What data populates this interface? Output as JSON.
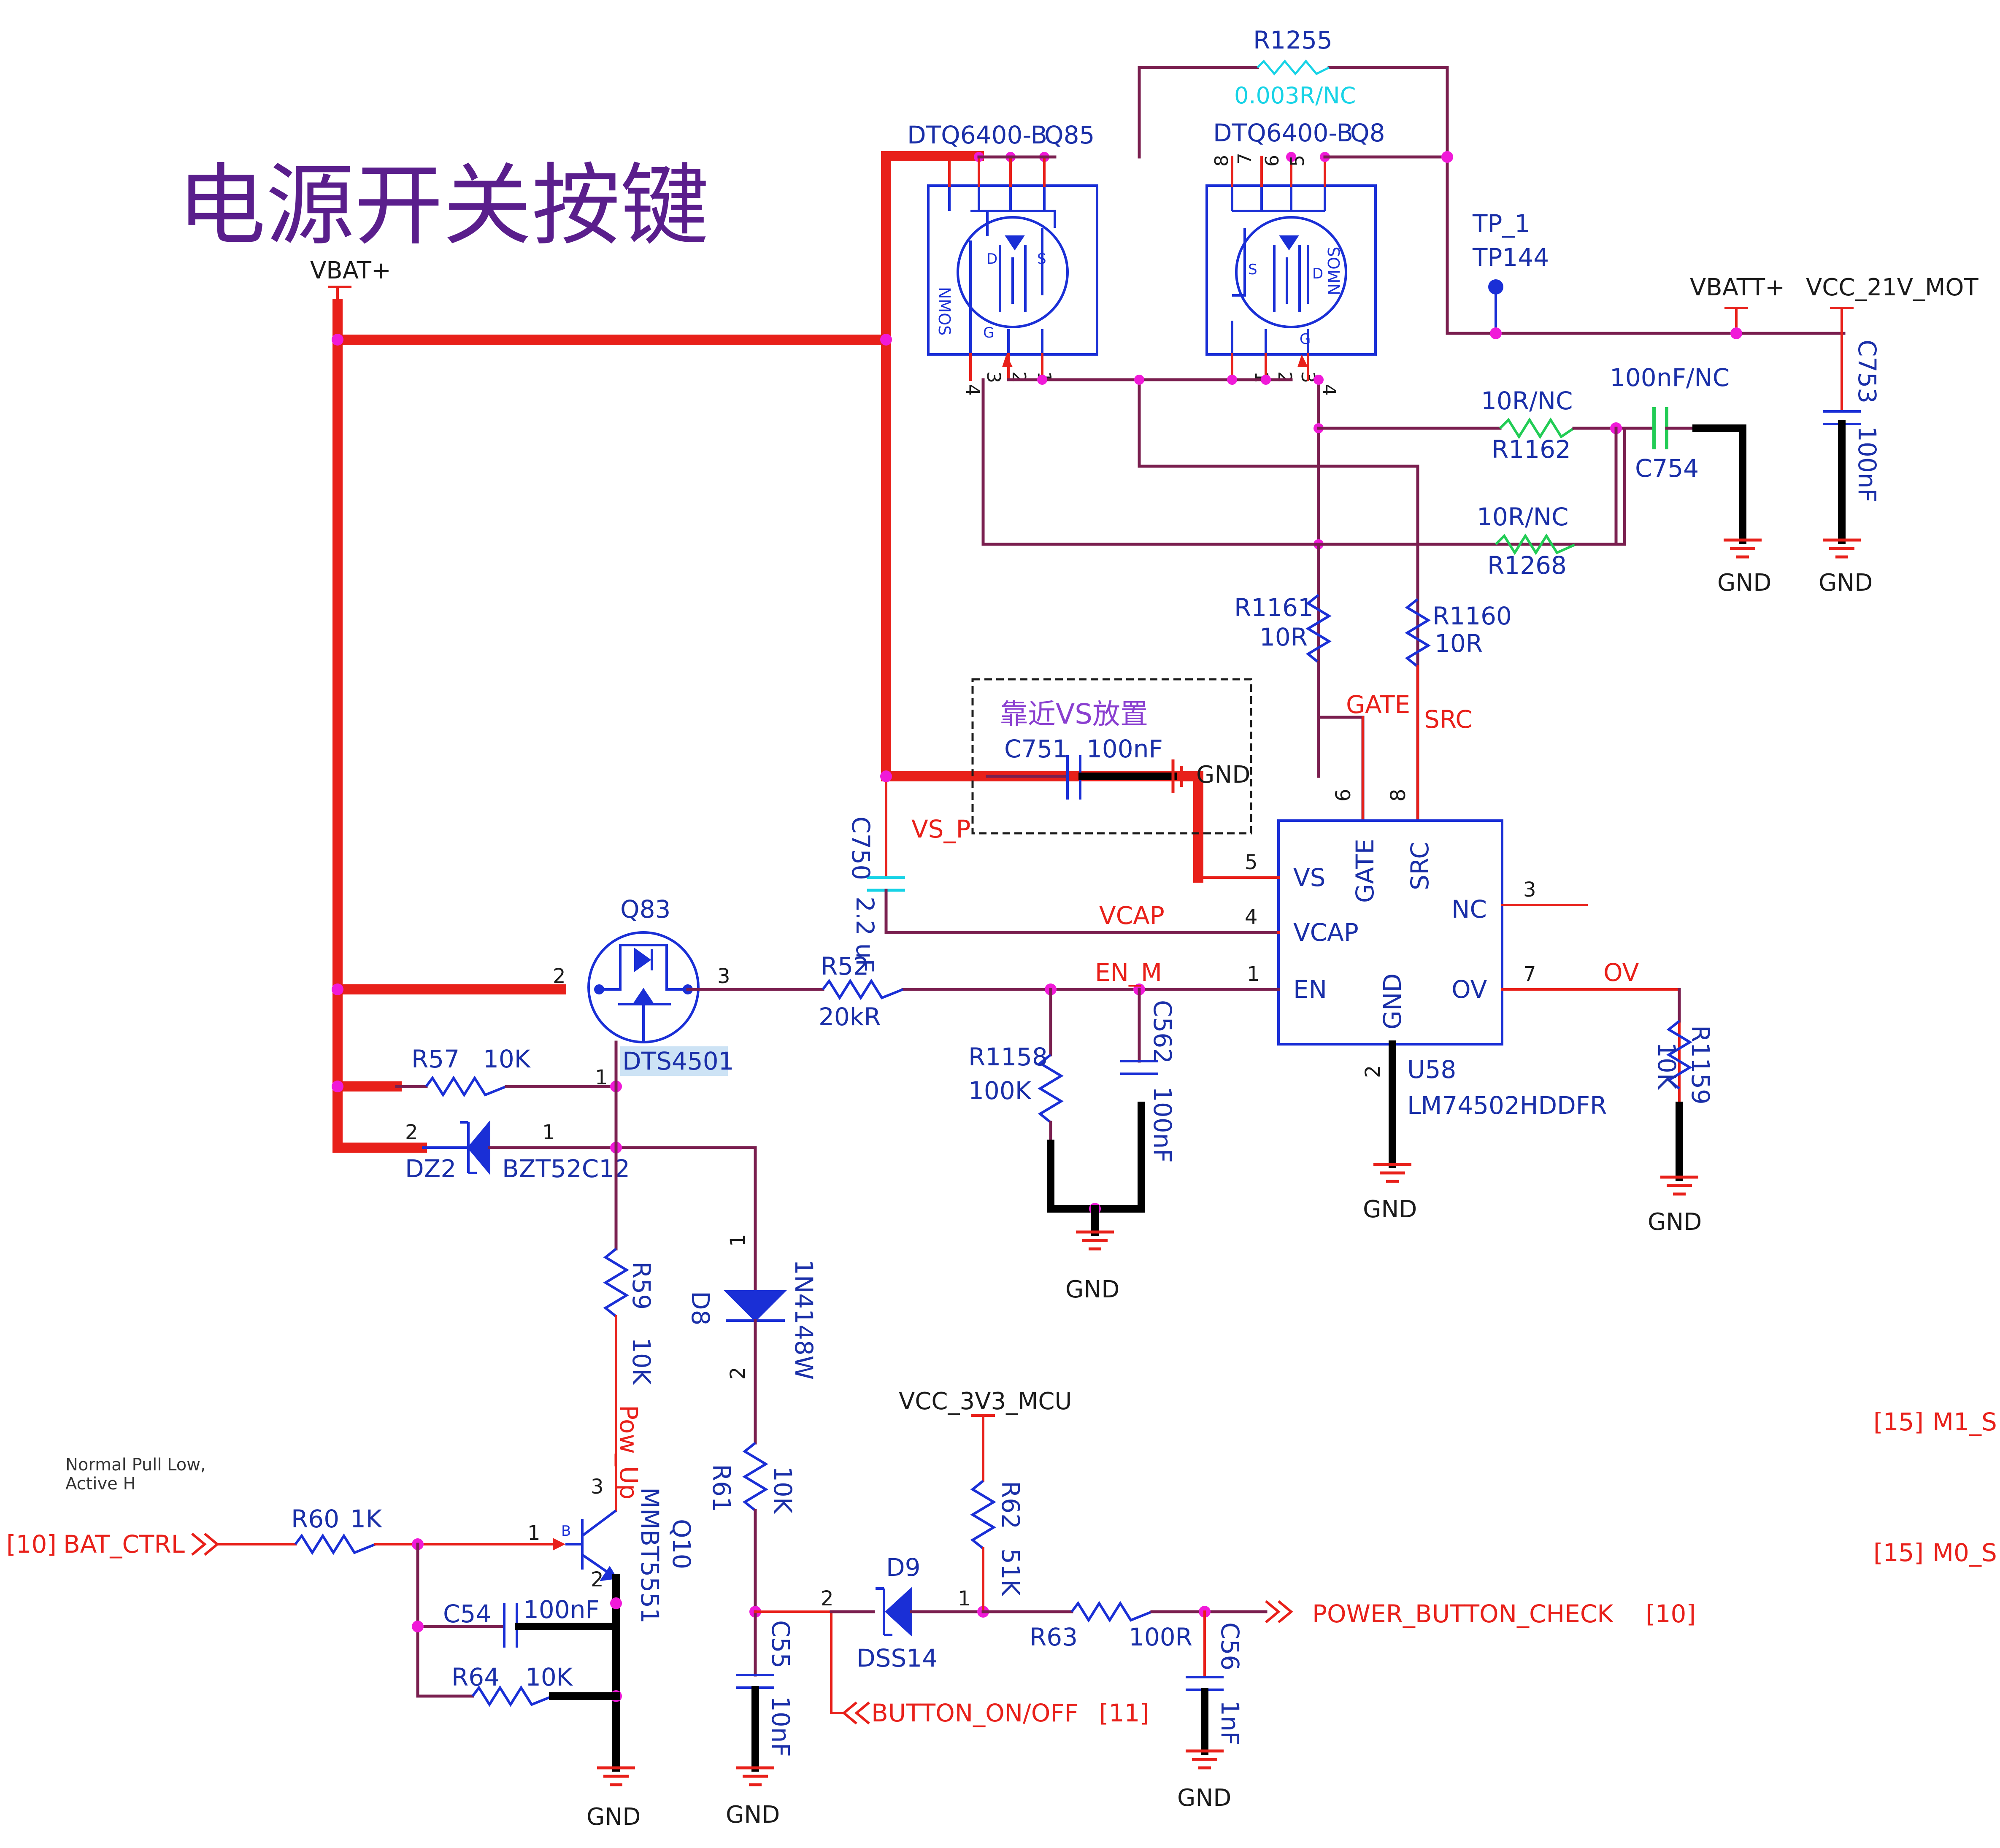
{
  "title": "电源开关按键",
  "note_box": "靠近VS放置",
  "comment": [
    "Normal Pull Low,",
    "Active H"
  ],
  "nets": {
    "vbat": "VBAT+",
    "vbatt": "VBATT+",
    "vcc_mot": "VCC_21V_MOT",
    "vcc_mcu": "VCC_3V3_MCU",
    "gnd": "GND",
    "vs_p": "VS_P",
    "vcap": "VCAP",
    "en_m": "EN_M",
    "ov": "OV",
    "gate": "GATE",
    "src": "SRC",
    "pow_up": "Pow_Up"
  },
  "ports": {
    "bat_ctrl": {
      "sheet": "[10]",
      "name": "BAT_CTRL"
    },
    "power_button_check": {
      "name": "POWER_BUTTON_CHECK",
      "sheet": "[10]"
    },
    "button_on_off": {
      "name": "BUTTON_ON/OFF",
      "sheet": "[11]"
    },
    "m1": {
      "sheet": "[15]",
      "name": "M1_S"
    },
    "m0": {
      "sheet": "[15]",
      "name": "M0_S"
    }
  },
  "components": {
    "q85": {
      "part": "DTQ6400-B",
      "ref": "Q85",
      "type": "NMOS"
    },
    "q8": {
      "part": "DTQ6400-B",
      "ref": "Q8",
      "type": "NMOS"
    },
    "r1255": {
      "ref": "R1255",
      "value": "0.003R/NC"
    },
    "tp": {
      "name": "TP_1",
      "ref": "TP144"
    },
    "r1162": {
      "ref": "R1162",
      "value": "10R/NC"
    },
    "r1268": {
      "ref": "R1268",
      "value": "10R/NC"
    },
    "c754": {
      "ref": "C754",
      "value": "100nF/NC"
    },
    "c753": {
      "ref": "C753",
      "value": "100nF"
    },
    "r1161": {
      "ref": "R1161",
      "value": "10R"
    },
    "r1160": {
      "ref": "R1160",
      "value": "10R"
    },
    "c751": {
      "ref": "C751",
      "value": "100nF"
    },
    "c750": {
      "ref": "C750",
      "value": "2.2 uF"
    },
    "u58": {
      "ref": "U58",
      "part": "LM74502HDDFR",
      "pins": {
        "vs": "VS",
        "vcap": "VCAP",
        "en": "EN",
        "gnd": "GND",
        "ov": "OV",
        "nc": "NC",
        "gate": "GATE",
        "src": "SRC"
      }
    },
    "q83": {
      "ref": "Q83",
      "part": "DTS4501"
    },
    "r52": {
      "ref": "R52",
      "value": "20kR"
    },
    "r1158": {
      "ref": "R1158",
      "value": "100K"
    },
    "c562": {
      "ref": "C562",
      "value": "100nF"
    },
    "r1159": {
      "ref": "R1159",
      "value": "10K"
    },
    "r57": {
      "ref": "R57",
      "value": "10K"
    },
    "dz2": {
      "ref": "DZ2",
      "part": "BZT52C12"
    },
    "r59": {
      "ref": "R59",
      "value": "10K"
    },
    "d8": {
      "ref": "D8",
      "part": "1N4148W"
    },
    "r61": {
      "ref": "R61",
      "value": "10K"
    },
    "q10": {
      "ref": "Q10",
      "part": "MMBT5551"
    },
    "r60": {
      "ref": "R60",
      "value": "1K"
    },
    "c54": {
      "ref": "C54",
      "value": "100nF"
    },
    "r64": {
      "ref": "R64",
      "value": "10K"
    },
    "c55": {
      "ref": "C55",
      "value": "10nF"
    },
    "d9": {
      "ref": "D9",
      "part": "DSS14"
    },
    "r62": {
      "ref": "R62",
      "value": "51K"
    },
    "r63": {
      "ref": "R63",
      "value": "100R"
    },
    "c56": {
      "ref": "C56",
      "value": "1nF"
    }
  },
  "pin_numbers": {
    "p1": "1",
    "p2": "2",
    "p3": "3",
    "p4": "4",
    "p5": "5",
    "p6": "6",
    "p7": "7",
    "p8": "8"
  },
  "colors": {
    "wire": "#7a1f4f",
    "power_wire": "#e8201a",
    "component": "#1a2fd6",
    "junction": "#f01ad8",
    "not_fitted": "#17d3e6",
    "note": "#8a3fd0",
    "title": "#5a1e8c"
  }
}
